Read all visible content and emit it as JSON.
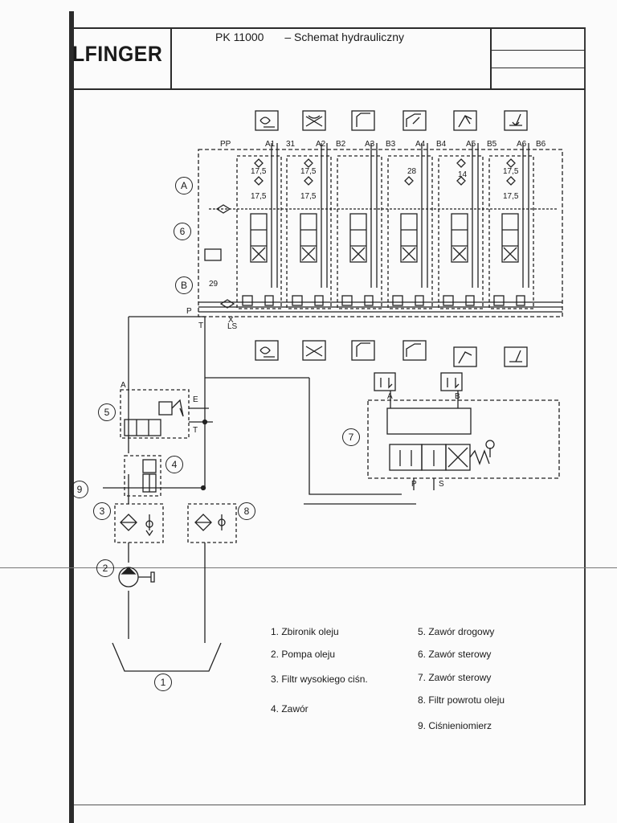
{
  "header": {
    "logo_text": "LFINGER",
    "model": "PK 11000",
    "title": "– Schemat hydrauliczny"
  },
  "valve_labels": {
    "circle_a": "A",
    "circle_6": "6",
    "circle_b": "B",
    "pressure_value": "29",
    "section_settings": [
      "17,5",
      "17,5",
      "28",
      "14",
      "17,5"
    ],
    "section_settings_2": [
      "17,5",
      "17,5",
      "17,5"
    ]
  },
  "ports_top": [
    "PP",
    "A1",
    "31",
    "A2",
    "B2",
    "A3",
    "B3",
    "A4",
    "B4",
    "A5",
    "B5",
    "A6",
    "B6"
  ],
  "ports_bottom": {
    "p": "P",
    "t": "T",
    "x": "X",
    "ls": "LS"
  },
  "valve5_ports": {
    "a": "A",
    "e": "E",
    "t": "T"
  },
  "valve7_ports": {
    "a": "A",
    "b": "B",
    "p": "P",
    "s": "S"
  },
  "callouts": [
    "1",
    "2",
    "3",
    "4",
    "5",
    "6",
    "7",
    "8",
    "9"
  ],
  "legend": {
    "left": [
      "1.  Zbironik oleju",
      "2.  Pompa oleju",
      "3.  Filtr wysokiego ciśn.",
      "4.  Zawór"
    ],
    "right": [
      "5.  Zawór drogowy",
      "6.  Zawór sterowy",
      "7.  Zawór sterowy",
      "8.  Filtr powrotu oleju",
      "9.  Ciśnieniomierz"
    ]
  }
}
